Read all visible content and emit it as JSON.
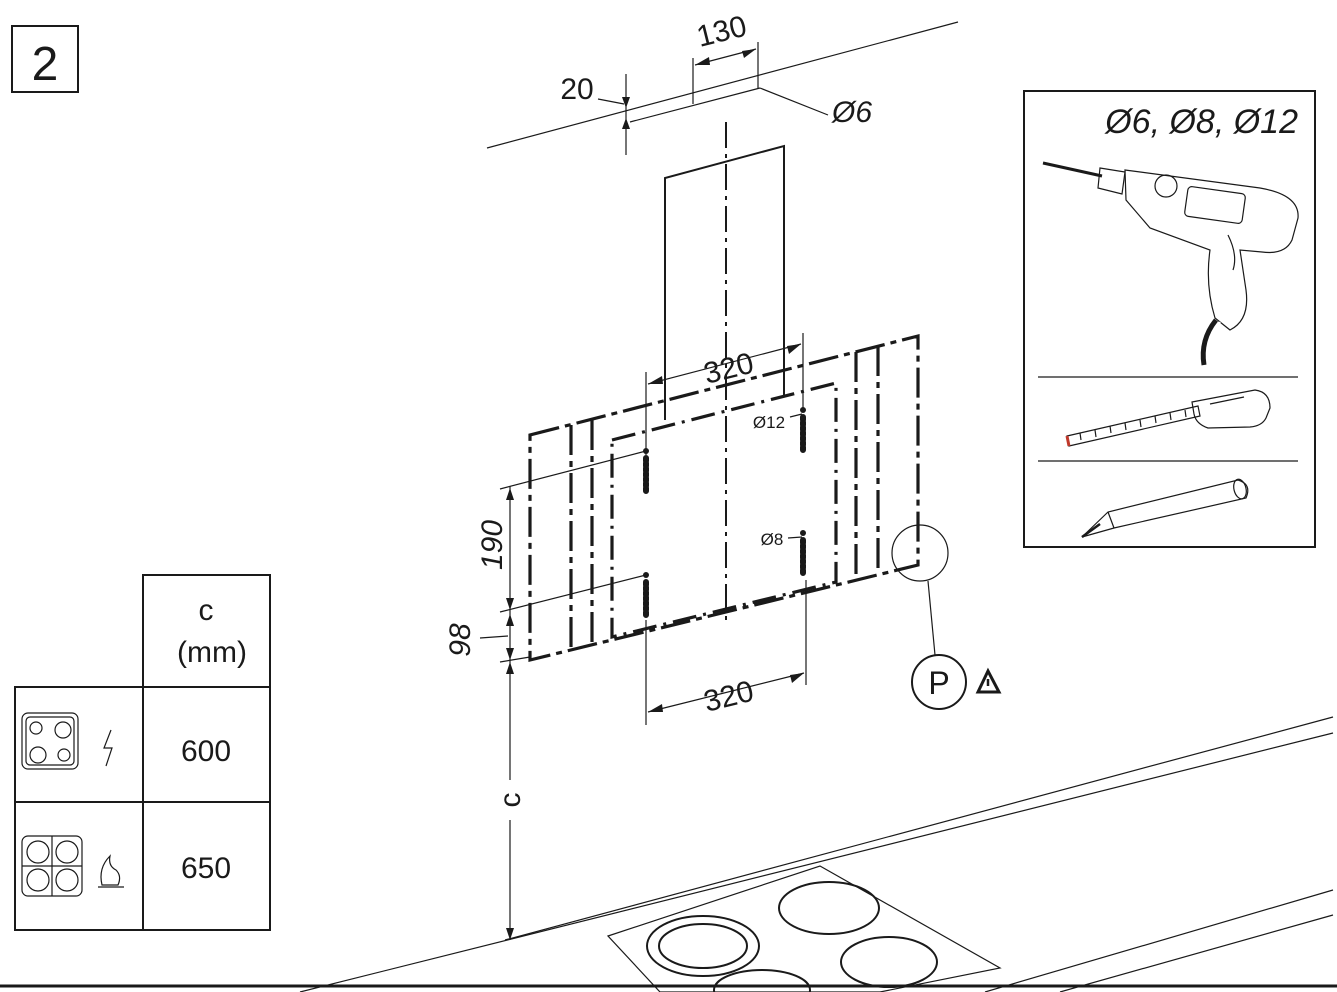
{
  "step_number": "2",
  "dimensions": {
    "top_spacing": "130",
    "top_offset": "20",
    "top_hole": "Ø6",
    "upper_width": "320",
    "lower_width": "320",
    "vertical_upper": "190",
    "vertical_lower": "98",
    "height_label": "c",
    "upper_hole": "Ø12",
    "lower_hole": "Ø8"
  },
  "detail_marker": "P",
  "tools_panel": {
    "drill_sizes": "Ø6, Ø8, Ø12",
    "tools": [
      "drill-icon",
      "tape-measure-icon",
      "pencil-icon"
    ]
  },
  "distance_table": {
    "header_line1": "c",
    "header_line2": "(mm)",
    "rows": [
      {
        "cooktop": "electric-hob-icon",
        "value": "600"
      },
      {
        "cooktop": "gas-hob-icon",
        "value": "650"
      }
    ]
  }
}
